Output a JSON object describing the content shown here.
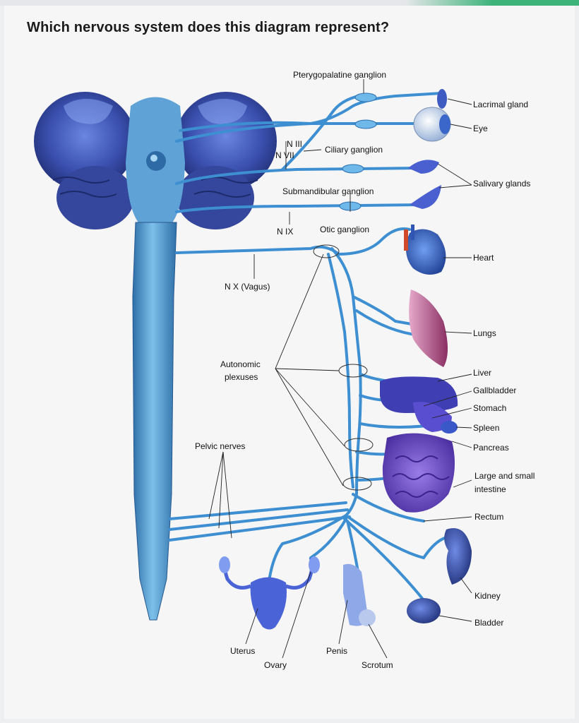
{
  "question": "Which nervous system does this diagram represent?",
  "diagram": {
    "ganglia": {
      "pterygopalatine": "Pterygopalatine ganglion",
      "ciliary": "Ciliary ganglion",
      "submandibular": "Submandibular ganglion",
      "otic": "Otic ganglion"
    },
    "nerves": {
      "n3": "N III",
      "n7": "N VII",
      "n9": "N IX",
      "n10": "N X (Vagus)",
      "autonomic": [
        "Autonomic",
        "plexuses"
      ],
      "pelvic": "Pelvic nerves"
    },
    "organs": {
      "lacrimal": "Lacrimal gland",
      "eye": "Eye",
      "salivary": "Salivary glands",
      "heart": "Heart",
      "lungs": "Lungs",
      "liver": "Liver",
      "gallbladder": "Gallbladder",
      "stomach": "Stomach",
      "spleen": "Spleen",
      "pancreas": "Pancreas",
      "intestine": [
        "Large and small",
        "intestine"
      ],
      "rectum": "Rectum",
      "kidney": "Kidney",
      "bladder": "Bladder",
      "uterus": "Uterus",
      "ovary": "Ovary",
      "penis": "Penis",
      "scrotum": "Scrotum"
    }
  },
  "colors": {
    "nerve": "#3d8fd1",
    "brain": "#3a4fae",
    "spinal_cord": "#5ea6d8",
    "heart": "#3f6fc9",
    "lungs": "#c56ea0",
    "intestine": "#6b4dbf",
    "accent_bar": "#3db37a"
  }
}
